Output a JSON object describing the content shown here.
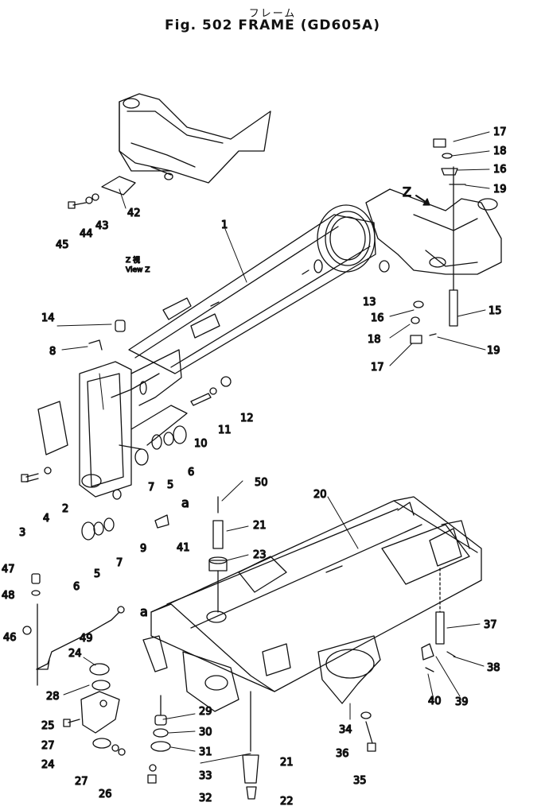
{
  "header": {
    "jp_title": "フレーム",
    "title": "Fig. 502  FRAME (GD605A)"
  },
  "view_note": {
    "line1": "Z 視",
    "line2": "View Z"
  },
  "markers": {
    "z": "Z",
    "a1": "a",
    "a2": "a"
  },
  "callouts": {
    "p1": "1",
    "p2": "2",
    "p3": "3",
    "p4": "4",
    "p5a": "5",
    "p5b": "5",
    "p6a": "6",
    "p6b": "6",
    "p7a": "7",
    "p7b": "7",
    "p8": "8",
    "p9": "9",
    "p10": "10",
    "p11": "11",
    "p12": "12",
    "p13": "13",
    "p14": "14",
    "p15": "15",
    "p16a": "16",
    "p16b": "16",
    "p17a": "17",
    "p17b": "17",
    "p18a": "18",
    "p18b": "18",
    "p19a": "19",
    "p19b": "19",
    "p20": "20",
    "p21a": "21",
    "p21b": "21",
    "p22": "22",
    "p23": "23",
    "p24a": "24",
    "p24b": "24",
    "p25": "25",
    "p26": "26",
    "p27a": "27",
    "p27b": "27",
    "p28": "28",
    "p29": "29",
    "p30": "30",
    "p31": "31",
    "p32": "32",
    "p33": "33",
    "p34": "34",
    "p35": "35",
    "p36": "36",
    "p37": "37",
    "p38": "38",
    "p39": "39",
    "p40": "40",
    "p41": "41",
    "p42": "42",
    "p43": "43",
    "p44": "44",
    "p45": "45",
    "p46": "46",
    "p47": "47",
    "p48": "48",
    "p49": "49",
    "p50": "50"
  }
}
